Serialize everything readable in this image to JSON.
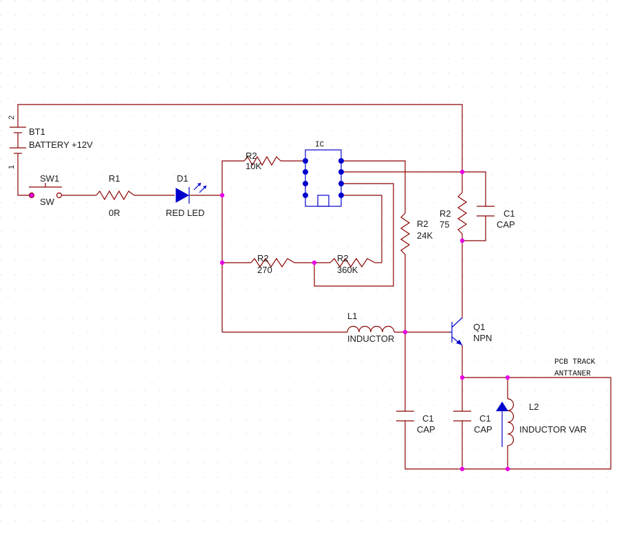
{
  "components": {
    "battery": {
      "ref": "BT1",
      "value": "BATTERY +12V",
      "pin_top": "2",
      "pin_bottom": "1"
    },
    "switch": {
      "ref": "SW1",
      "value": "SW"
    },
    "r1": {
      "ref": "R1",
      "value": "0R"
    },
    "led": {
      "ref": "D1",
      "value": "RED LED"
    },
    "r_10k": {
      "ref": "R2",
      "value": "10K"
    },
    "ic": {
      "label": "IC"
    },
    "r_270": {
      "ref": "R2",
      "value": "270"
    },
    "r_360k": {
      "ref": "R2",
      "value": "360K"
    },
    "r_24k": {
      "ref": "R2",
      "value": "24K"
    },
    "r_75": {
      "ref": "R2",
      "value": "75"
    },
    "c_top": {
      "ref": "C1",
      "value": "CAP"
    },
    "l1": {
      "ref": "L1",
      "value": "INDUCTOR"
    },
    "q1": {
      "ref": "Q1",
      "value": "NPN"
    },
    "c_bottom_left": {
      "ref": "C1",
      "value": "CAP"
    },
    "c_bottom_mid": {
      "ref": "C1",
      "value": "CAP"
    },
    "l2": {
      "ref": "L2",
      "value": "INDUCTOR VAR"
    },
    "antenna": {
      "line1": "PCB TRACK",
      "line2": "ANTTANER"
    }
  },
  "colors": {
    "wire": "#8b0000",
    "component": "#0000cc",
    "junction": "#e600e6",
    "text": "#1a1a1a"
  }
}
